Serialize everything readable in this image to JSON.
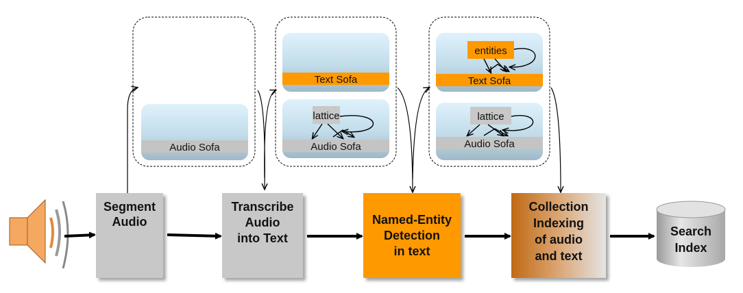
{
  "stages": {
    "segment": {
      "line1": "Segment",
      "line2": "Audio"
    },
    "transcribe": {
      "line1": "Transcribe",
      "line2": "Audio",
      "line3": "into Text"
    },
    "ner": {
      "line1": "Named-Entity",
      "line2": "Detection",
      "line3": "in text"
    },
    "indexing": {
      "line1": "Collection",
      "line2": "Indexing",
      "line3": "of audio",
      "line4": "and text"
    },
    "search": {
      "line1": "Search",
      "line2": "Index"
    }
  },
  "sofas": {
    "group1": {
      "audio_sofa": "Audio Sofa"
    },
    "group2": {
      "text_sofa": "Text Sofa",
      "lattice": "lattice",
      "audio_sofa": "Audio Sofa"
    },
    "group3": {
      "entities": "entities",
      "text_sofa": "Text Sofa",
      "lattice": "lattice",
      "audio_sofa": "Audio Sofa"
    }
  },
  "icons": {
    "speaker": "speaker-icon",
    "database": "database-cylinder-icon"
  },
  "colors": {
    "process_gray": "#c8c8c8",
    "ner_orange": "#ff9900",
    "sofa_band_orange": "#ff9900",
    "sofa_band_gray": "#c4c4c4",
    "sofa_top": "#d9eefa",
    "sofa_bottom": "#a3bccb"
  }
}
